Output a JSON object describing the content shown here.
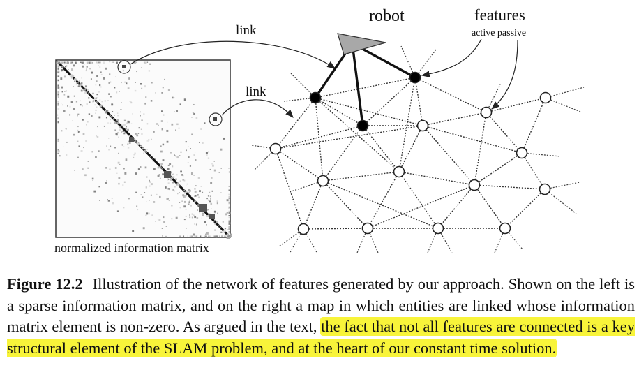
{
  "figure": {
    "labels": {
      "robot": "robot",
      "features": "features",
      "active_passive": "active passive",
      "link_top": "link",
      "link_side": "link",
      "matrix_caption": "normalized information matrix"
    }
  },
  "caption": {
    "label": "Figure 12.2",
    "text_plain": "Illustration of the network of features generated by our approach. Shown on the left is a sparse information matrix, and on the right a map in which entities are linked whose information matrix element is non-zero. As argued in the text,",
    "text_highlight": "the fact that not all features are connected is a key structural element of the SLAM problem, and at the heart of our constant time solution.",
    "highlight_color": "#f8f43a"
  }
}
